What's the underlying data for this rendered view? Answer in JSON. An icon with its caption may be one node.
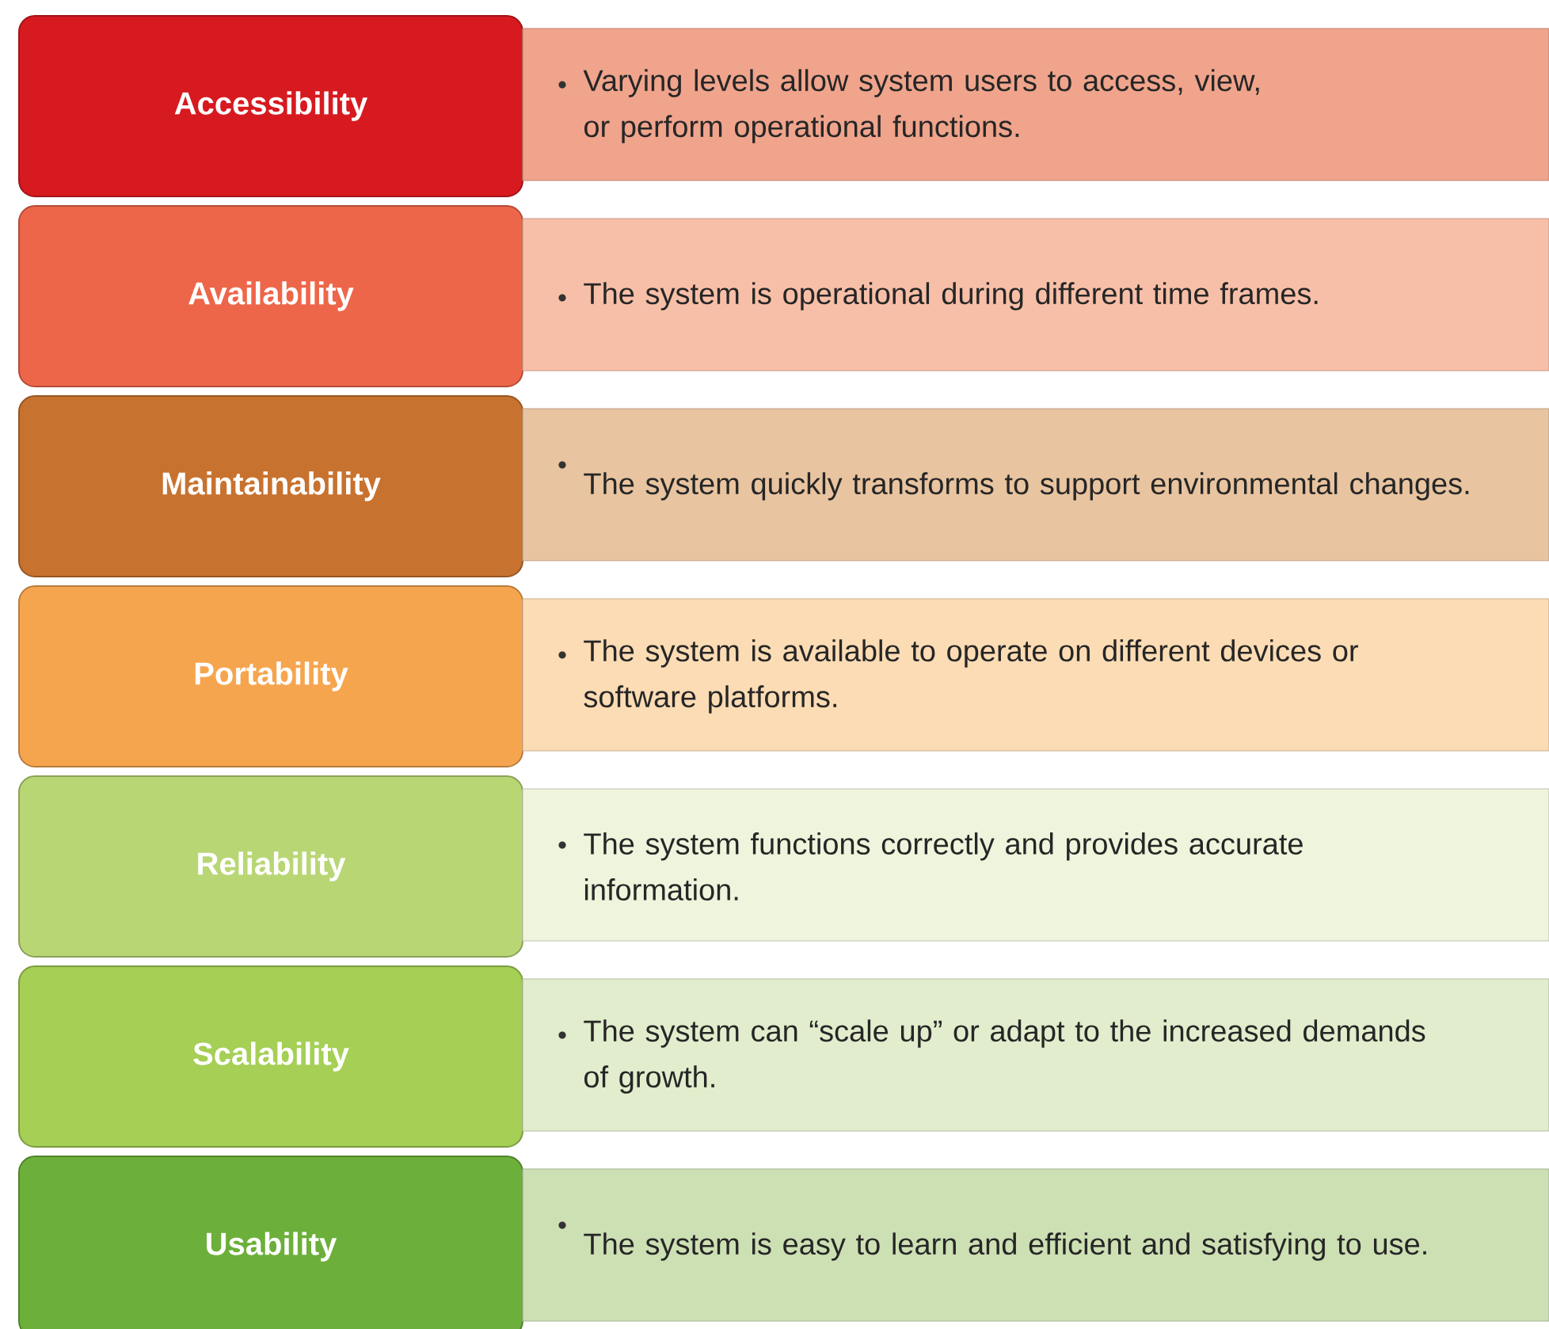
{
  "diagram": {
    "nodes": [
      {
        "text": [
          "Accessibility"
        ]
      },
      {
        "text": [
          "Varying levels allow system users to access, view, or perform operational functions."
        ]
      },
      {
        "text": [
          "Availability"
        ]
      },
      {
        "text": [
          "The system is operational during different time frames."
        ]
      },
      {
        "text": [
          "Maintainability"
        ]
      },
      {
        "text": [
          "The system quickly transforms to support environmental changes."
        ]
      },
      {
        "text": [
          "Portability"
        ]
      },
      {
        "text": [
          "The system is available to operate on different devices or software platforms."
        ]
      },
      {
        "text": [
          "Reliability"
        ]
      },
      {
        "text": [
          "The system functions correctly and provides accurate information."
        ]
      },
      {
        "text": [
          "Scalability"
        ]
      },
      {
        "text": [
          "The system can “scale up” or adapt to the increased demands of growth."
        ]
      },
      {
        "text": [
          "Usability"
        ]
      },
      {
        "text": [
          "The system is easy to learn and efficient and satisfying to use."
        ]
      }
    ]
  }
}
